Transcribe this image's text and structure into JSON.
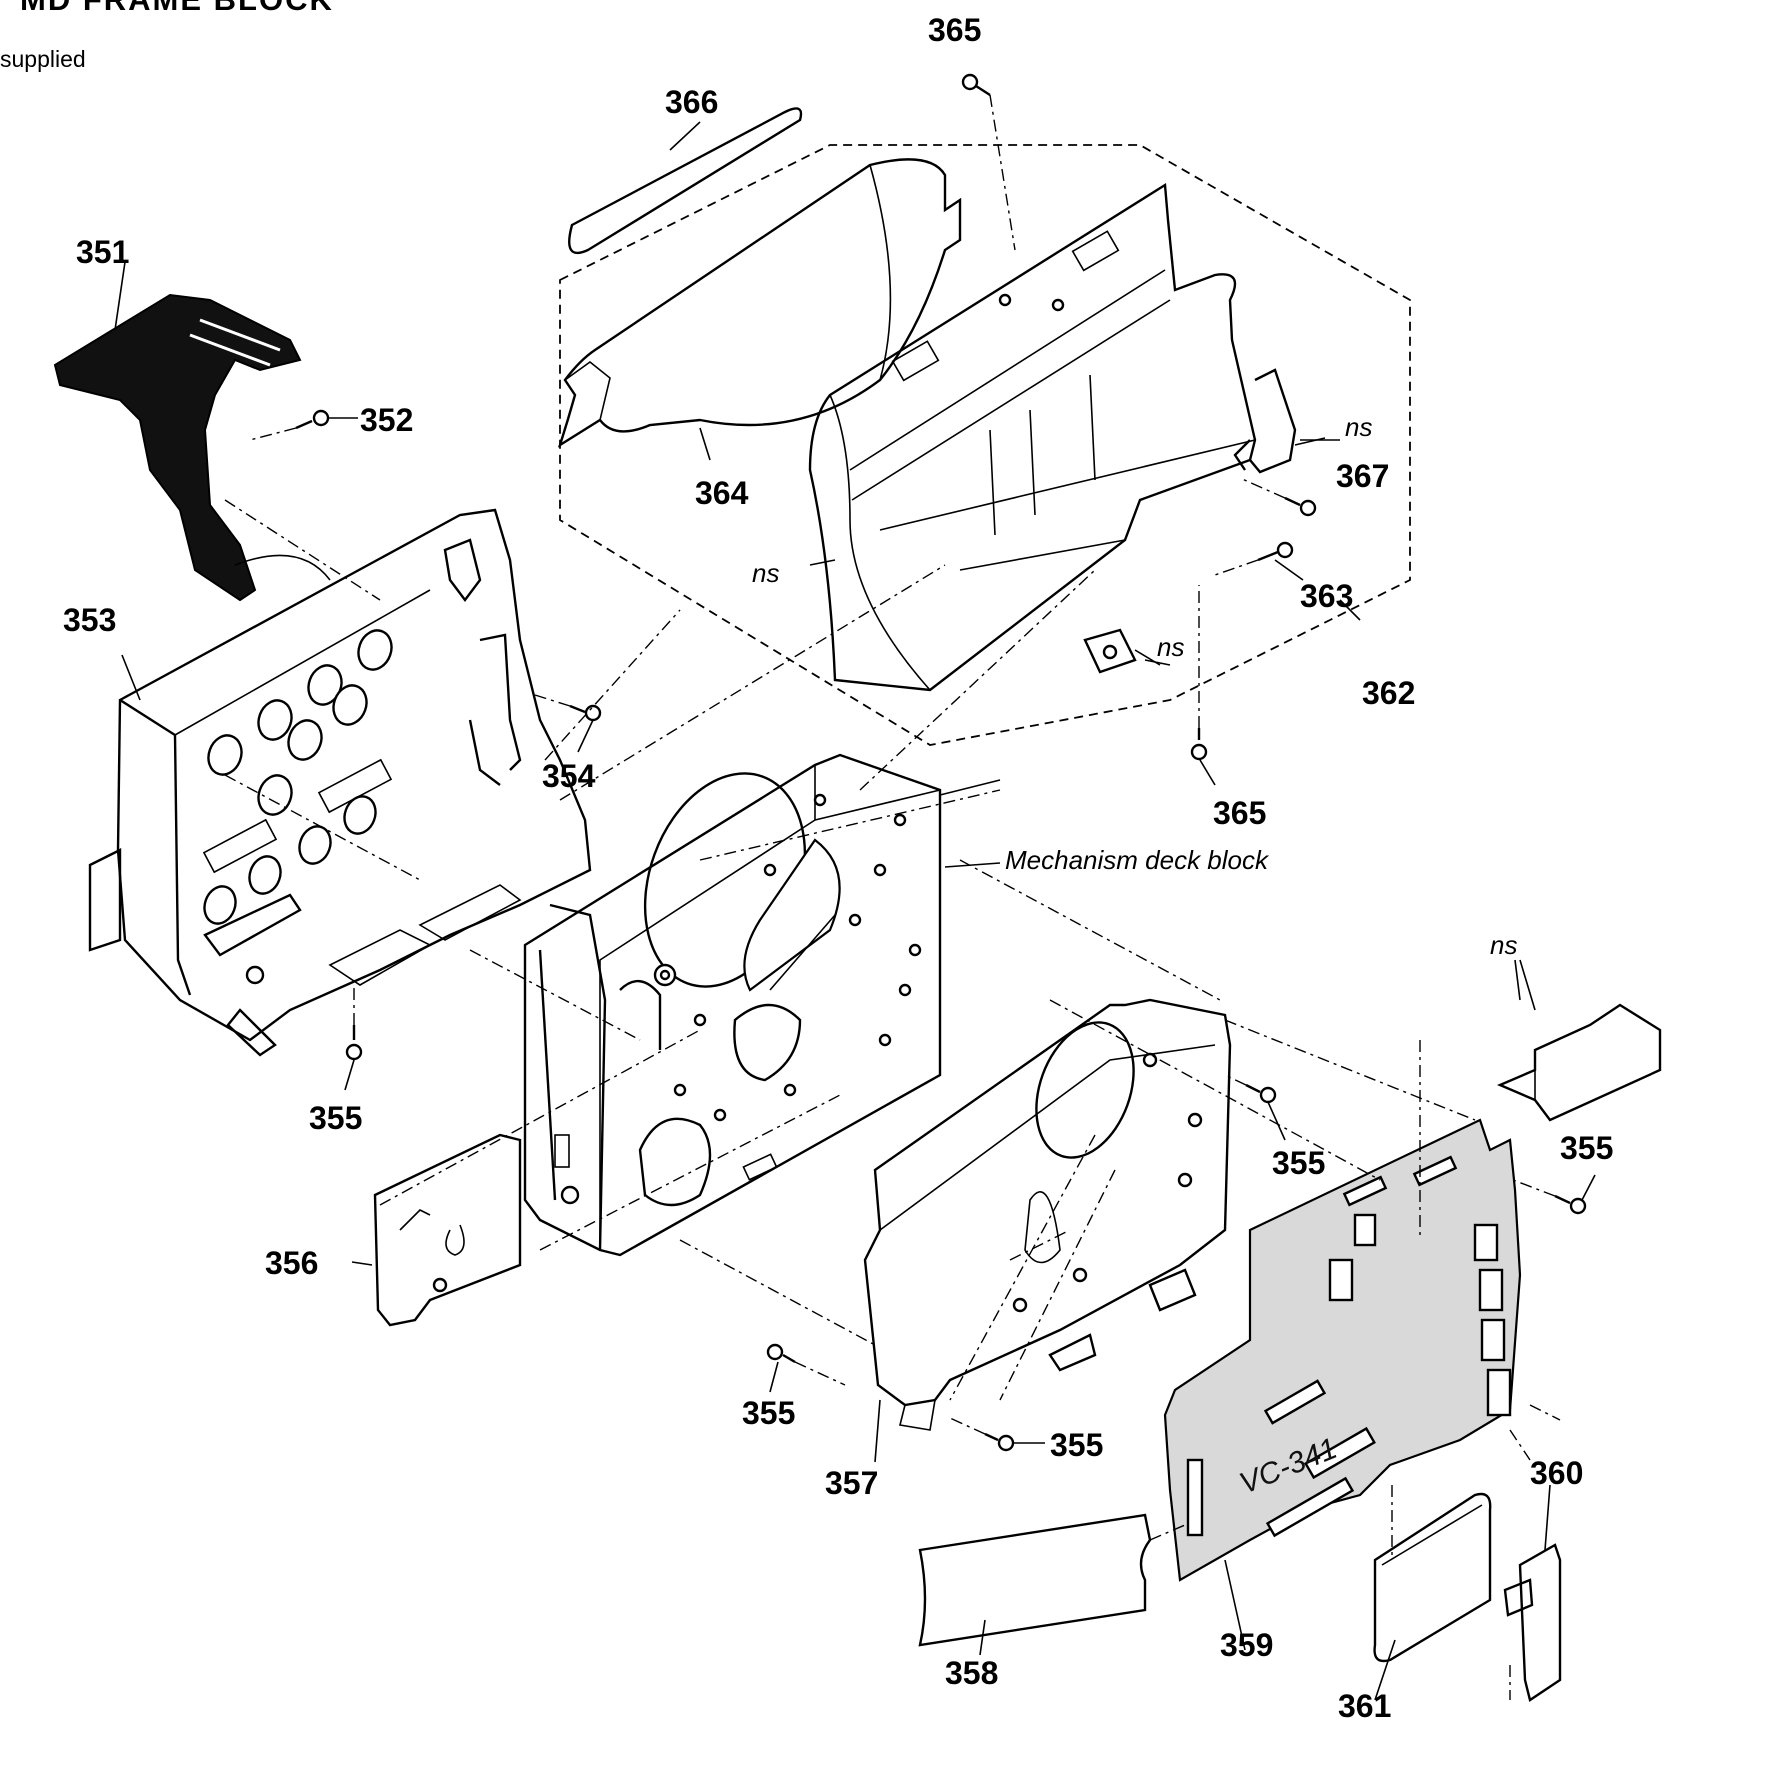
{
  "diagram": {
    "title": "MD FRAME BLOCK",
    "note": "supplied",
    "part_labels": [
      {
        "id": "p365a",
        "text": "365"
      },
      {
        "id": "p366",
        "text": "366"
      },
      {
        "id": "p351",
        "text": "351"
      },
      {
        "id": "p352",
        "text": "352"
      },
      {
        "id": "p364",
        "text": "364"
      },
      {
        "id": "p367",
        "text": "367"
      },
      {
        "id": "p363",
        "text": "363"
      },
      {
        "id": "p353",
        "text": "353"
      },
      {
        "id": "p362",
        "text": "362"
      },
      {
        "id": "p354",
        "text": "354"
      },
      {
        "id": "p365b",
        "text": "365"
      },
      {
        "id": "p355a",
        "text": "355"
      },
      {
        "id": "p355b",
        "text": "355"
      },
      {
        "id": "p355c",
        "text": "355"
      },
      {
        "id": "p356",
        "text": "356"
      },
      {
        "id": "p355d",
        "text": "355"
      },
      {
        "id": "p355e",
        "text": "355"
      },
      {
        "id": "p357",
        "text": "357"
      },
      {
        "id": "p360",
        "text": "360"
      },
      {
        "id": "p358",
        "text": "358"
      },
      {
        "id": "p359",
        "text": "359"
      },
      {
        "id": "p361",
        "text": "361"
      }
    ],
    "ns_marks": [
      {
        "id": "ns1",
        "text": "ns"
      },
      {
        "id": "ns2",
        "text": "ns"
      },
      {
        "id": "ns3",
        "text": "ns"
      },
      {
        "id": "ns4",
        "text": "ns"
      }
    ],
    "deck_label": "Mechanism deck block",
    "board_label": "VC-341"
  }
}
